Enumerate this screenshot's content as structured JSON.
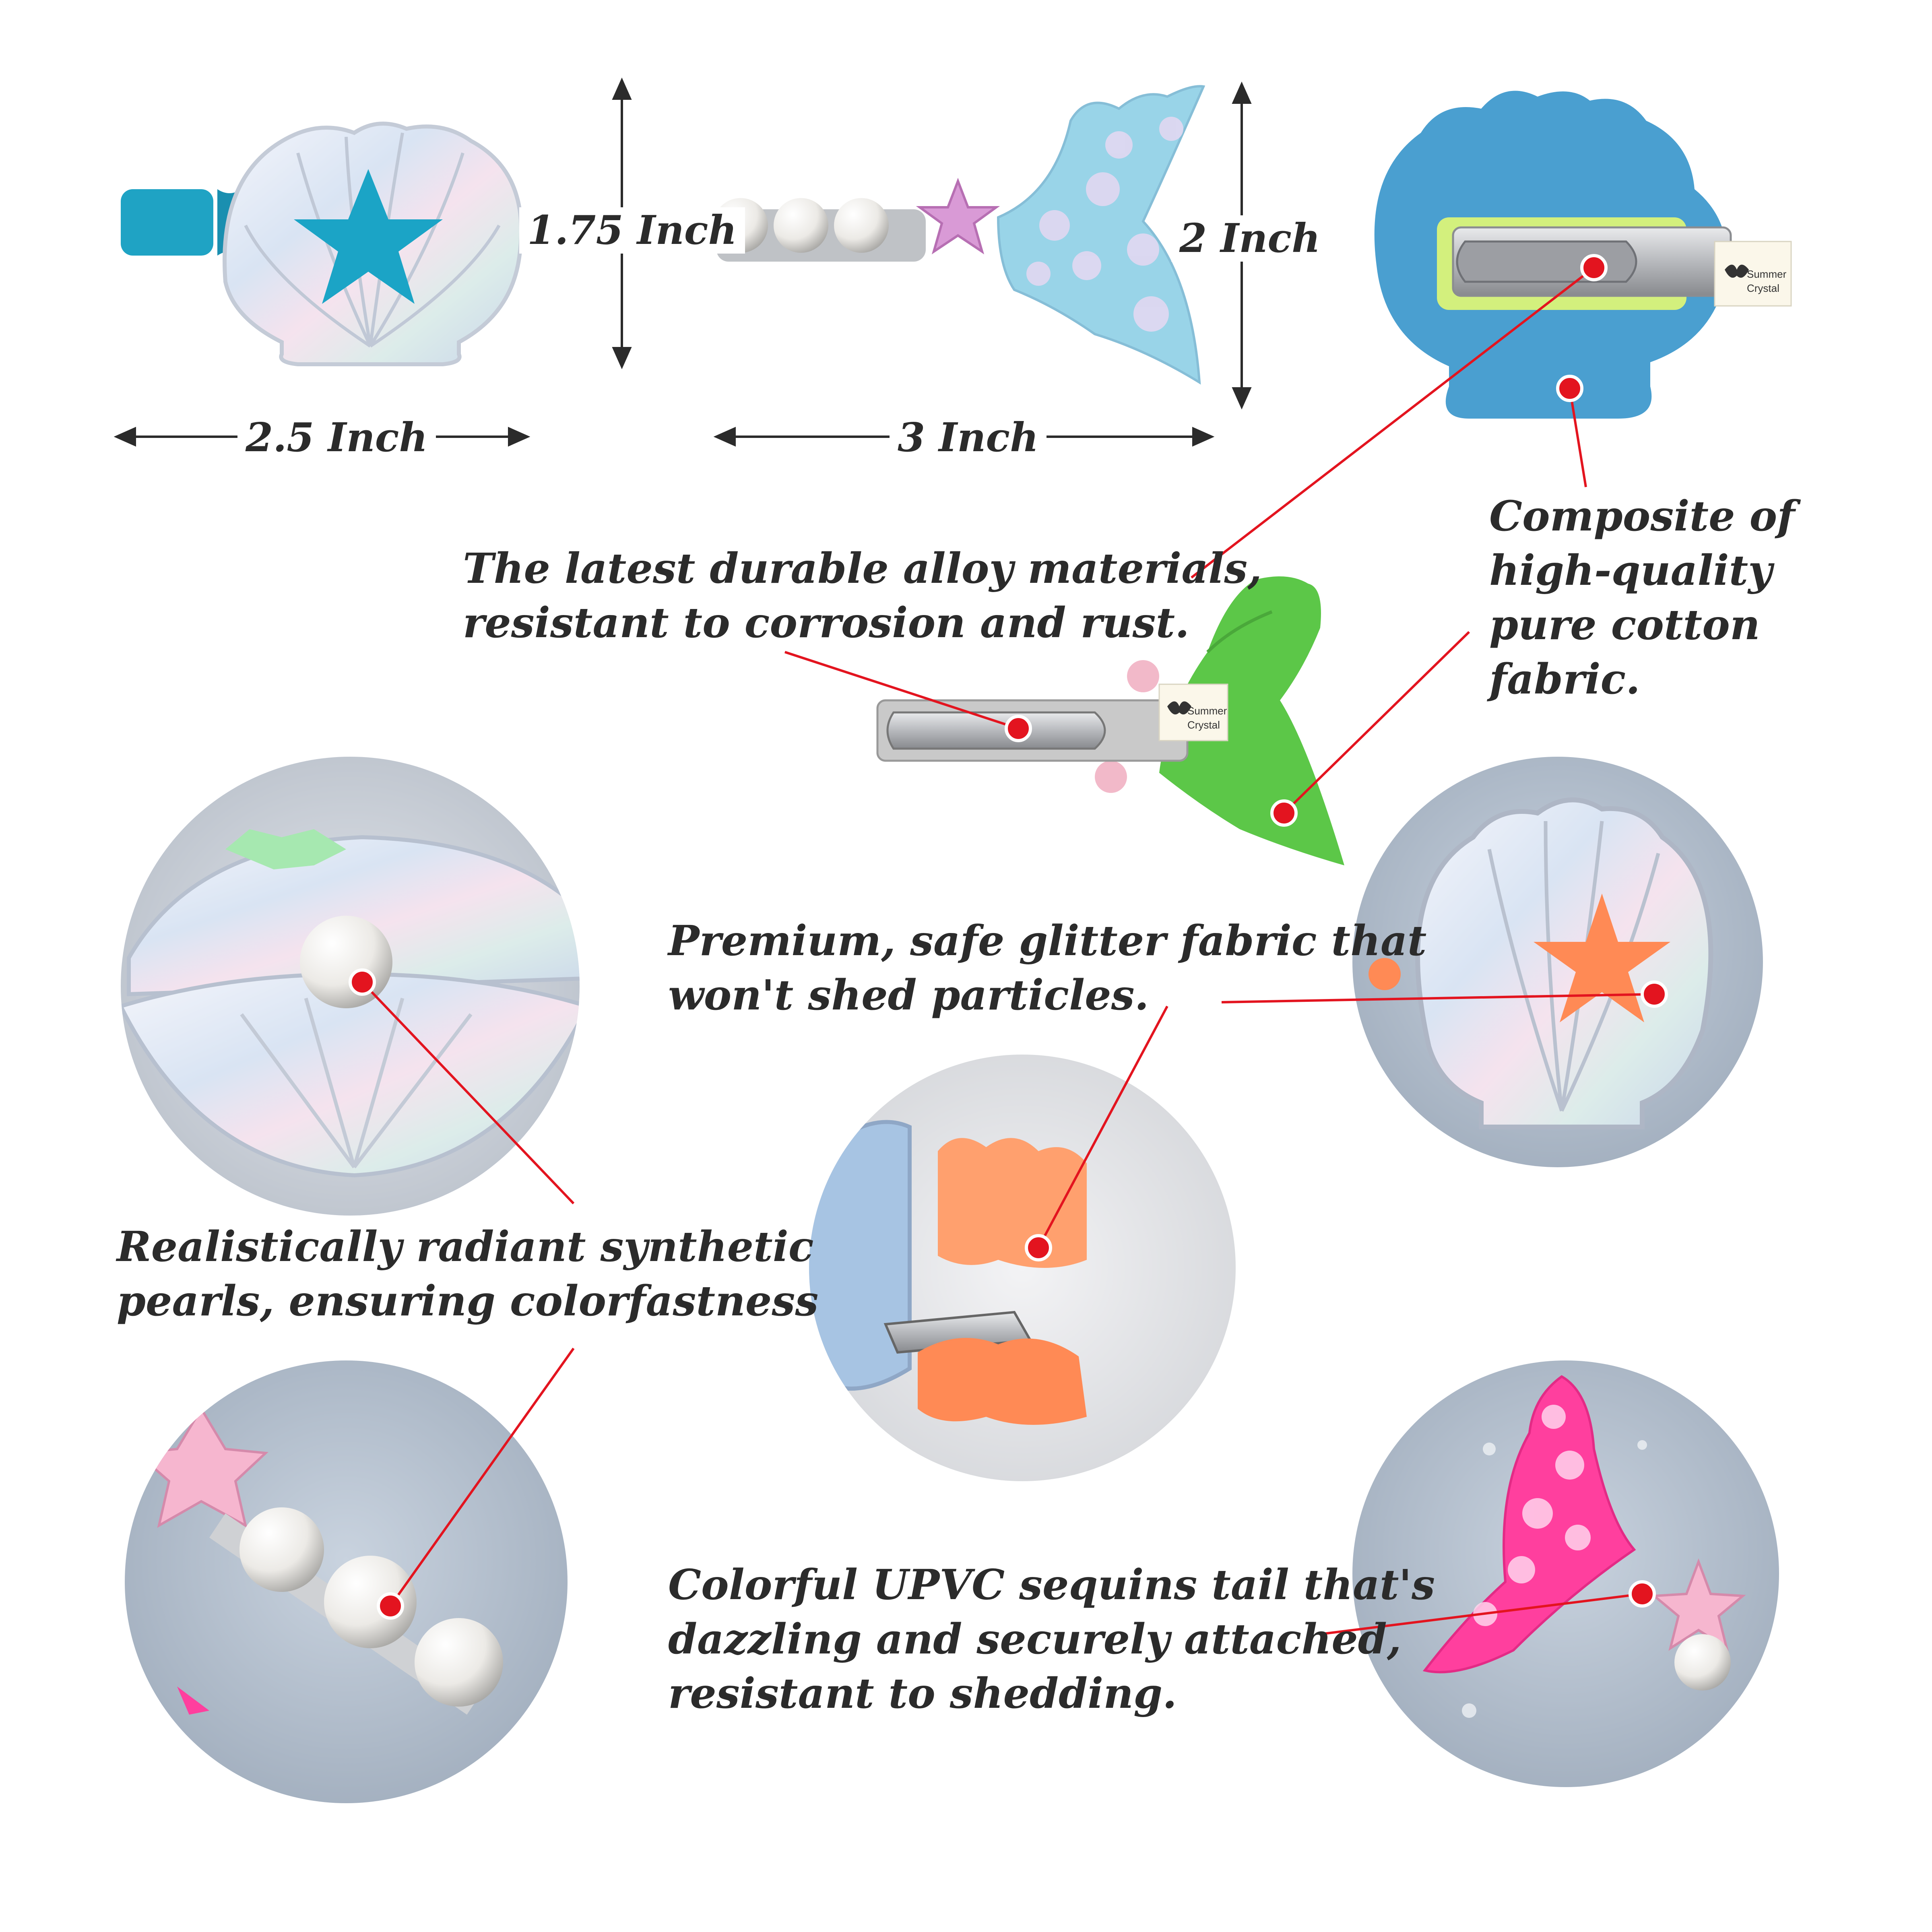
{
  "dimensions": {
    "shell_height": "1.75 Inch",
    "shell_width": "2.5 Inch",
    "tail_height": "2 Inch",
    "tail_width": "3 Inch"
  },
  "features": {
    "alloy": [
      "The latest durable alloy materials,",
      "resistant to corrosion and rust."
    ],
    "cotton": [
      "Composite of",
      "high-quality",
      "pure cotton",
      "fabric."
    ],
    "glitter": [
      "Premium, safe glitter fabric that",
      "won't shed particles."
    ],
    "pearls": [
      "Realistically radiant synthetic",
      "pearls, ensuring colorfastness"
    ],
    "sequins": [
      "Colorful UPVC sequins tail that's",
      "dazzling and securely attached,",
      "resistant to shedding."
    ]
  },
  "brand_label": [
    "Summer",
    "Crystal"
  ],
  "colors": {
    "callout_red": "#e3141f",
    "text": "#2b2b2b",
    "felt_blue": "#4a9fd0",
    "felt_green": "#5cc748",
    "glitter_orange": "#ff8a55",
    "sequin_pink": "#ff3f9e",
    "glitter_teal": "#1fa3c4"
  }
}
